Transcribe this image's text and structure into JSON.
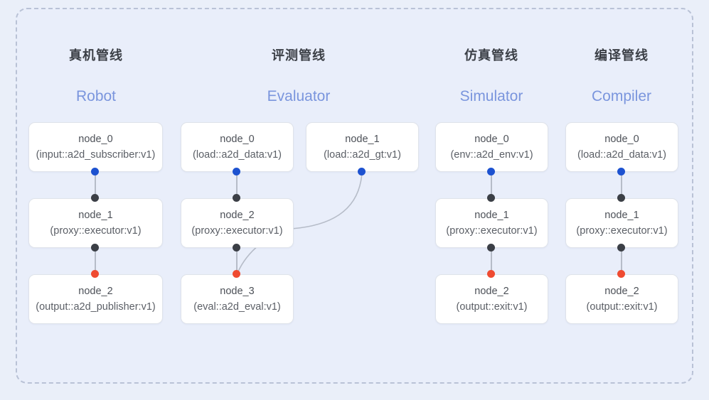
{
  "diagram": {
    "columns": [
      {
        "title": "真机管线",
        "subtitle": "Robot",
        "rows": [
          [
            {
              "name": "node_0",
              "spec": "(input::a2d_subscriber:v1)"
            }
          ],
          [
            {
              "name": "node_1",
              "spec": "(proxy::executor:v1)"
            }
          ],
          [
            {
              "name": "node_2",
              "spec": "(output::a2d_publisher:v1)"
            }
          ]
        ]
      },
      {
        "title": "评测管线",
        "subtitle": "Evaluator",
        "rows": [
          [
            {
              "name": "node_0",
              "spec": "(load::a2d_data:v1)"
            },
            {
              "name": "node_1",
              "spec": "(load::a2d_gt:v1)"
            }
          ],
          [
            {
              "name": "node_2",
              "spec": "(proxy::executor:v1)"
            }
          ],
          [
            {
              "name": "node_3",
              "spec": "(eval::a2d_eval:v1)"
            }
          ]
        ]
      },
      {
        "title": "仿真管线",
        "subtitle": "Simulator",
        "rows": [
          [
            {
              "name": "node_0",
              "spec": "(env::a2d_env:v1)"
            }
          ],
          [
            {
              "name": "node_1",
              "spec": "(proxy::executor:v1)"
            }
          ],
          [
            {
              "name": "node_2",
              "spec": "(output::exit:v1)"
            }
          ]
        ]
      },
      {
        "title": "编译管线",
        "subtitle": "Compiler",
        "rows": [
          [
            {
              "name": "node_0",
              "spec": "(load::a2d_data:v1)"
            }
          ],
          [
            {
              "name": "node_1",
              "spec": "(proxy::executor:v1)"
            }
          ],
          [
            {
              "name": "node_2",
              "spec": "(output::exit:v1)"
            }
          ]
        ]
      }
    ],
    "colors": {
      "port_output": "#1d52d0",
      "port_link": "#3b3f46",
      "port_terminal": "#ef4b31",
      "edge": "#b6bcc8",
      "frame": "#b9c2d6",
      "canvas": "#e9eefa",
      "subtitle": "#7a95dd"
    }
  }
}
